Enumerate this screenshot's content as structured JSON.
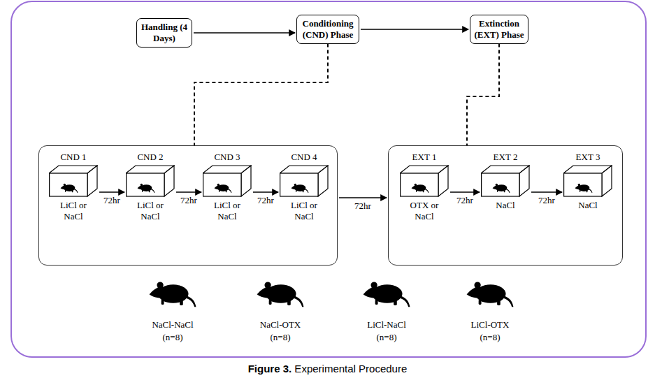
{
  "diagram": {
    "caption": "Figure 3. Experimental Procedure",
    "nodes": [
      {
        "text": [
          "Handling (4 Days)"
        ]
      },
      {
        "text": [
          "Conditioning (CND) Phase"
        ]
      },
      {
        "text": [
          "Extinction (EXT) Phase"
        ]
      },
      {
        "text": []
      },
      {
        "text": [
          "CND 1",
          "LiCl or NaCl"
        ],
        "in": 3
      },
      {
        "text": [
          "CND 2",
          "LiCl or NaCl"
        ],
        "in": 3
      },
      {
        "text": [
          "CND 3",
          "LiCl or NaCl"
        ],
        "in": 3
      },
      {
        "text": [
          "CND 4",
          "LiCl or NaCl"
        ],
        "in": 3
      },
      {
        "text": []
      },
      {
        "text": [
          "EXT 1",
          "OTX or NaCl"
        ],
        "in": 8
      },
      {
        "text": [
          "EXT 2",
          "NaCl"
        ],
        "in": 8
      },
      {
        "text": [
          "EXT 3",
          "NaCl"
        ],
        "in": 8
      }
    ],
    "edges": [
      {
        "from": 0,
        "to": 1,
        "arrow": "to"
      },
      {
        "from": 1,
        "to": 2,
        "arrow": "to"
      },
      {
        "from": 1,
        "to": 3,
        "arrow": "none"
      },
      {
        "from": 2,
        "to": 8,
        "arrow": "none"
      },
      {
        "from": 4,
        "to": 5,
        "label": "72hr",
        "arrow": "to"
      },
      {
        "from": 5,
        "to": 6,
        "label": "72hr",
        "arrow": "to"
      },
      {
        "from": 6,
        "to": 7,
        "label": "72hr",
        "arrow": "to"
      },
      {
        "from": 3,
        "to": 8,
        "label": "72hr",
        "arrow": "to"
      },
      {
        "from": 9,
        "to": 10,
        "label": "72hr",
        "arrow": "to"
      },
      {
        "from": 10,
        "to": 11,
        "label": "72hr",
        "arrow": "to"
      }
    ],
    "labels": [
      "NaCl-NaCl",
      "(n=8)",
      "NaCl-OTX",
      "(n=8)",
      "LiCl-NaCl",
      "(n=8)",
      "LiCl-OTX",
      "(n=8)"
    ]
  }
}
